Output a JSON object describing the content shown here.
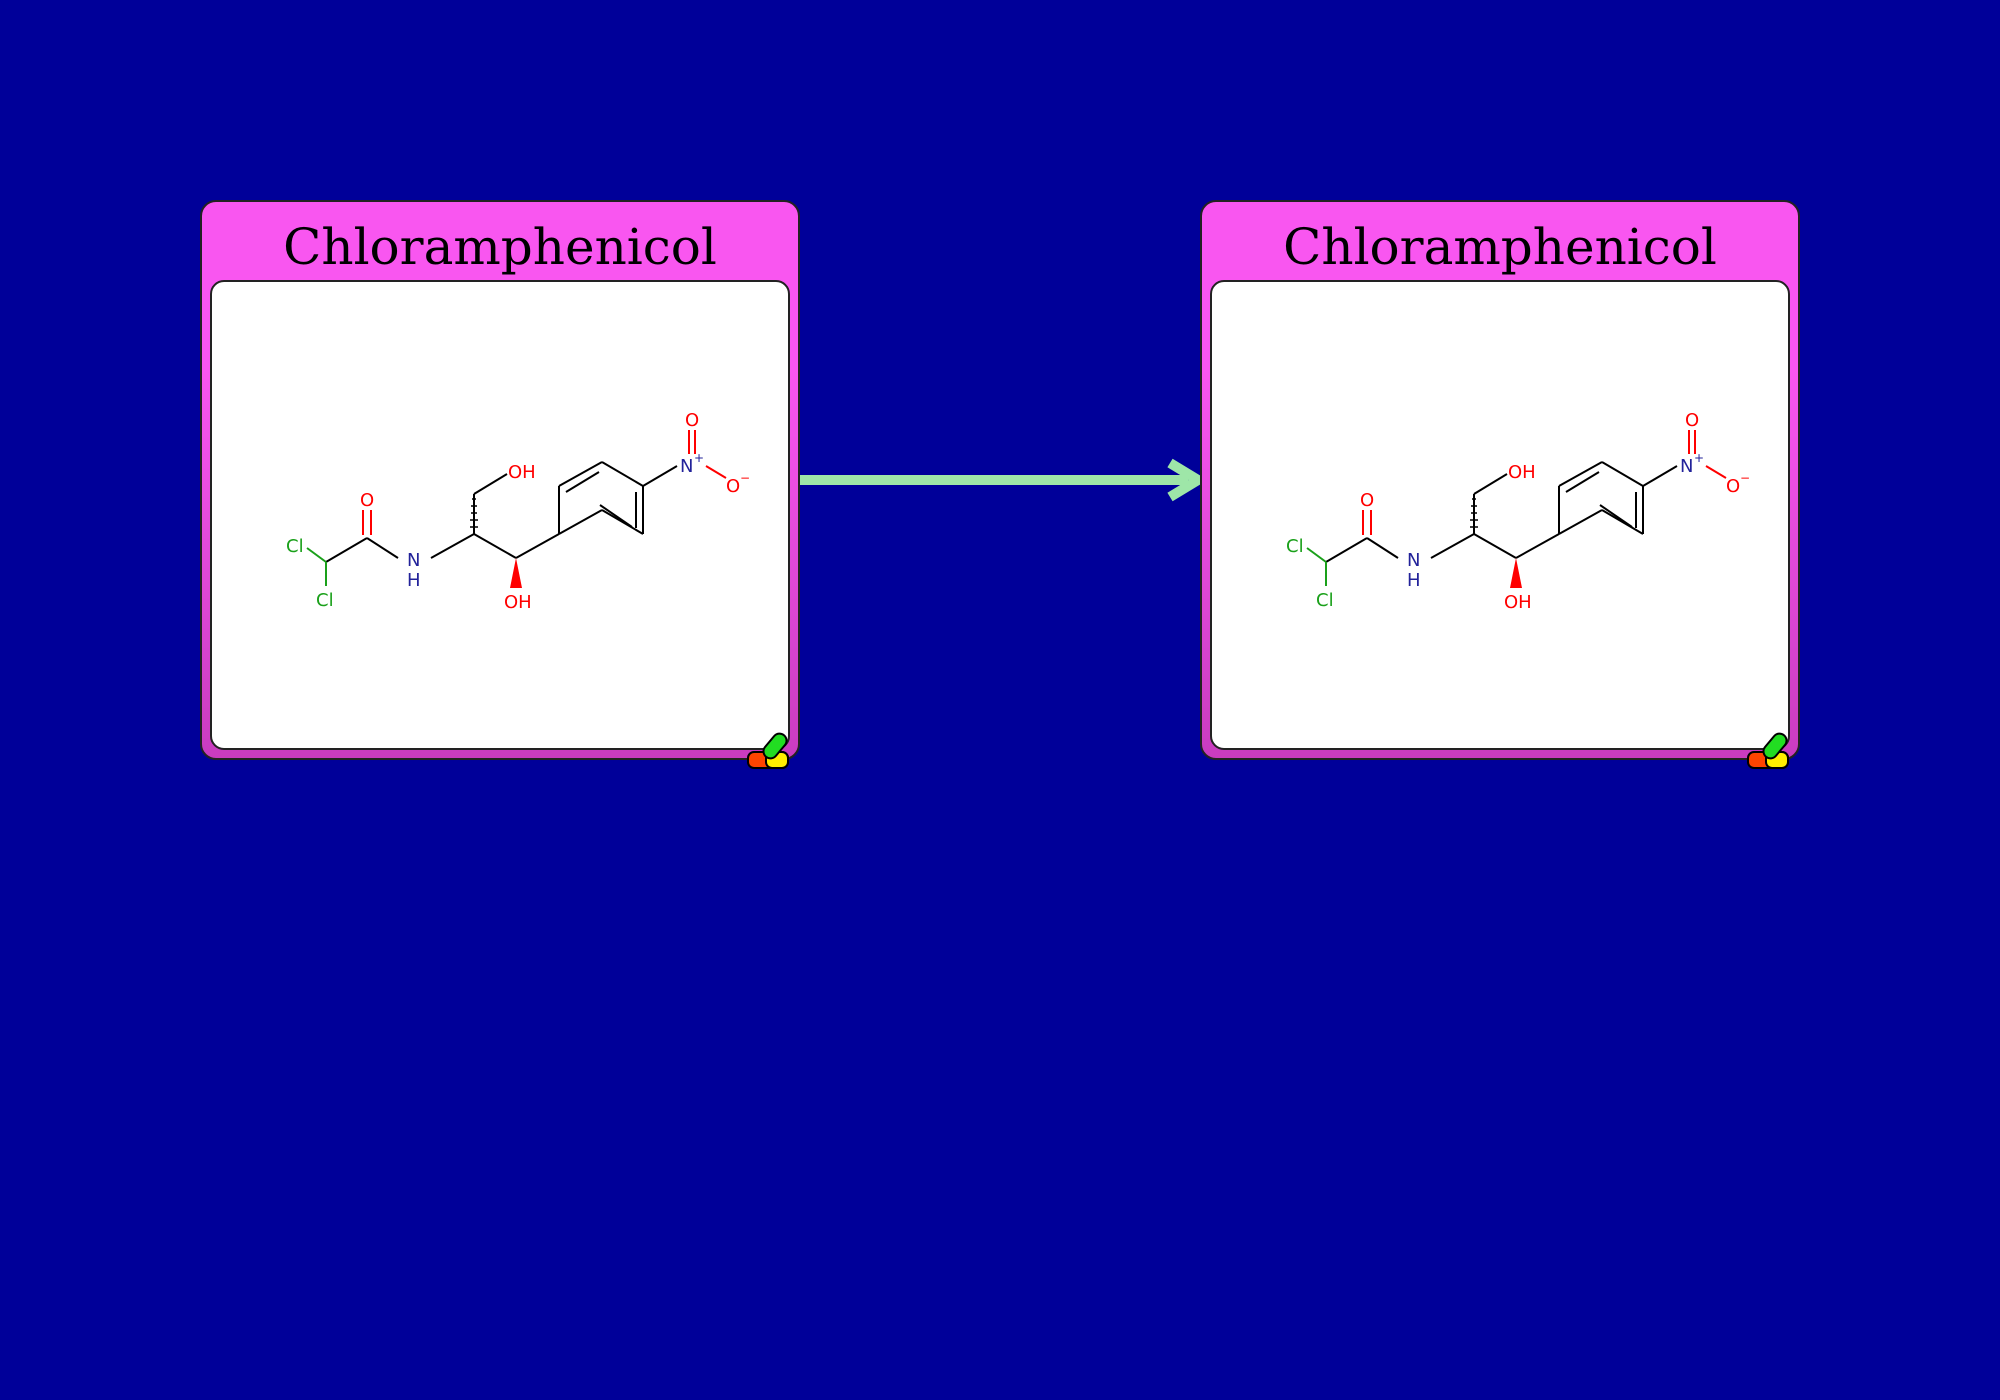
{
  "nodes": [
    {
      "id": "left",
      "title": "Chloramphenicol"
    },
    {
      "id": "right",
      "title": "Chloramphenicol"
    }
  ],
  "molecule_labels": {
    "cl1": "Cl",
    "cl2": "Cl",
    "o_carbonyl": "O",
    "nh_n": "N",
    "nh_h": "H",
    "oh_top": "OH",
    "oh_bottom": "OH",
    "nitro_n": "N",
    "nitro_plus": "+",
    "nitro_o_top": "O",
    "nitro_o_right": "O",
    "nitro_minus": "−"
  },
  "colors": {
    "background": "#000099",
    "node_fill": "#f956f0",
    "arrow": "#9ee6a8",
    "chlorine": "#1aa01a",
    "oxygen": "#ff0000",
    "nitrogen": "#22229a"
  },
  "icons": {
    "corner": "capsule-icon"
  }
}
